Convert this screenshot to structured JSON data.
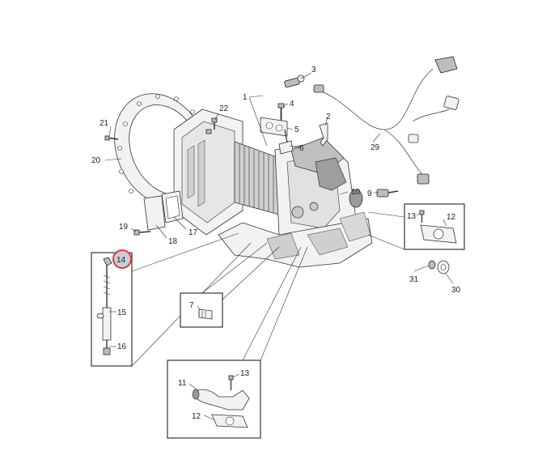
{
  "callouts": [
    {
      "id": "c1",
      "text": "1"
    },
    {
      "id": "c2",
      "text": "2"
    },
    {
      "id": "c3",
      "text": "3"
    },
    {
      "id": "c4",
      "text": "4"
    },
    {
      "id": "c5",
      "text": "5"
    },
    {
      "id": "c6",
      "text": "6"
    },
    {
      "id": "c7",
      "text": "7"
    },
    {
      "id": "c9",
      "text": "9"
    },
    {
      "id": "c10",
      "text": "10"
    },
    {
      "id": "c11",
      "text": "11"
    },
    {
      "id": "c12a",
      "text": "12"
    },
    {
      "id": "c12b",
      "text": "12"
    },
    {
      "id": "c13a",
      "text": "13"
    },
    {
      "id": "c13b",
      "text": "13"
    },
    {
      "id": "c14",
      "text": "14"
    },
    {
      "id": "c15",
      "text": "15"
    },
    {
      "id": "c16",
      "text": "16"
    },
    {
      "id": "c17",
      "text": "17"
    },
    {
      "id": "c18",
      "text": "18"
    },
    {
      "id": "c19",
      "text": "19"
    },
    {
      "id": "c20",
      "text": "20"
    },
    {
      "id": "c21",
      "text": "21"
    },
    {
      "id": "c22",
      "text": "22"
    },
    {
      "id": "c29",
      "text": "29"
    },
    {
      "id": "c30",
      "text": "30"
    },
    {
      "id": "c31",
      "text": "31"
    }
  ],
  "highlight": {
    "callout": "14",
    "ring_color": "#d83a3a",
    "fill_color": "#c9ccd6"
  }
}
